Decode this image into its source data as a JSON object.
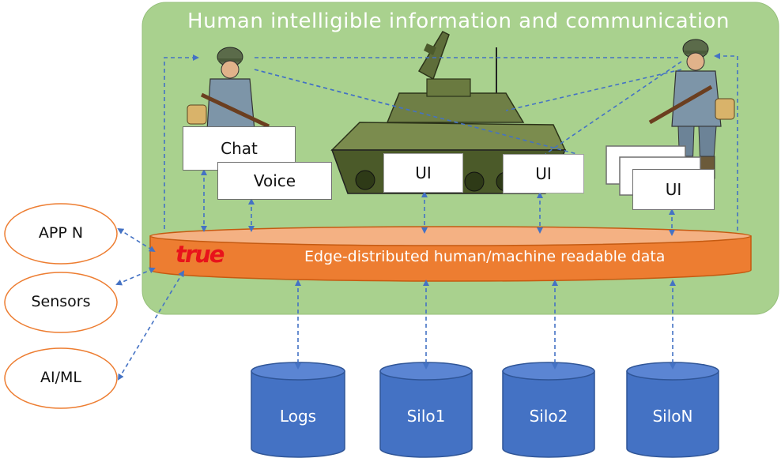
{
  "title": "Human intelligible information and communication",
  "bus_label": "Edge-distributed human/machine readable data",
  "brand": "true",
  "boxes": {
    "chat": "Chat",
    "voice": "Voice",
    "ui_1": "UI",
    "ui_2": "UI",
    "ui_3": "UI"
  },
  "left_nodes": [
    "APP N",
    "Sensors",
    "AI/ML"
  ],
  "silos": [
    "Logs",
    "Silo1",
    "Silo2",
    "SiloN"
  ],
  "colors": {
    "panel": "#a9d18e",
    "bus": "#ed7d31",
    "cylinder": "#4472c4",
    "arrow": "#4472c4"
  }
}
